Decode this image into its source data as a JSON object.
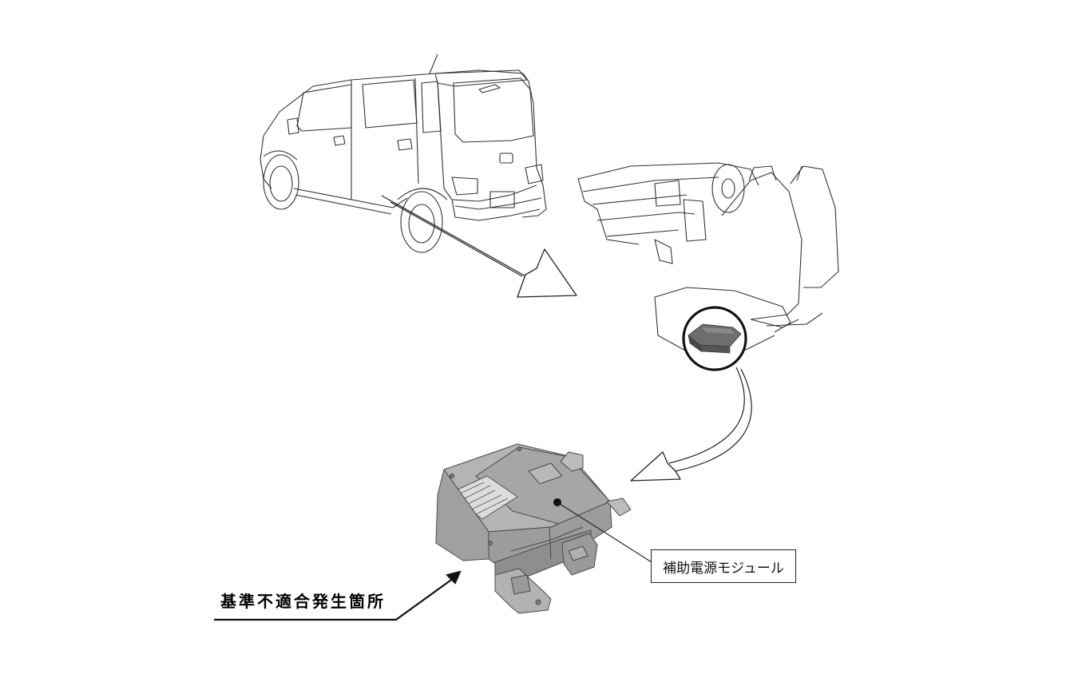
{
  "labels": {
    "module_callout": "補助電源モジュール",
    "nonconformity_location": "基準不適合発生箇所"
  },
  "illustrations": {
    "vehicle": "car-rear-view-illustration",
    "interior": "front-seat-interior-illustration",
    "module": "auxiliary-power-module-illustration"
  },
  "colors": {
    "line": "#222222",
    "module_body": "#b8b8b8",
    "module_top": "#a9a9a9",
    "module_shadow": "#8e8e8e"
  }
}
